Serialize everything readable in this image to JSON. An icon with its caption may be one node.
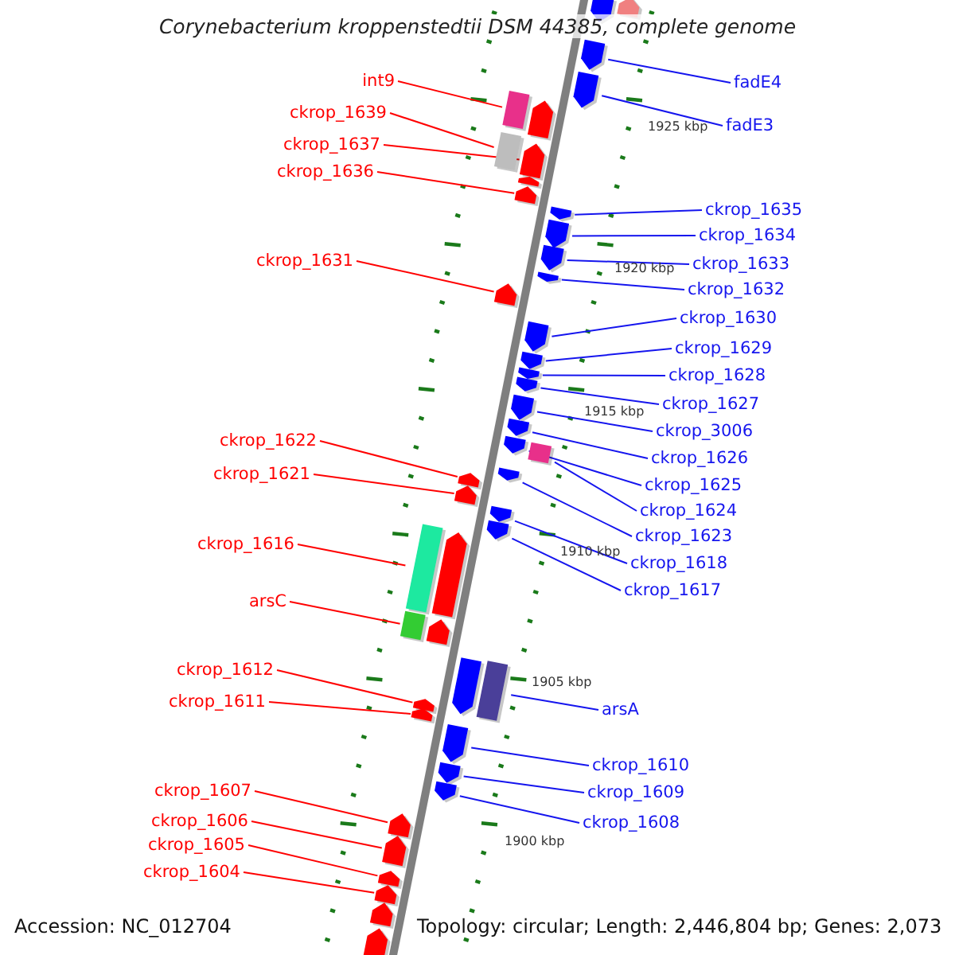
{
  "diagram": {
    "title": "Corynebacterium kroppenstedtii DSM 44385, complete genome",
    "nodes": [
      {
        "text": [
          "int9"
        ]
      },
      {
        "text": [
          "ckrop_1639"
        ]
      },
      {
        "text": [
          "ckrop_1637"
        ]
      },
      {
        "text": [
          "ckrop_1636"
        ]
      },
      {
        "text": [
          "ckrop_1631"
        ]
      },
      {
        "text": [
          "ckrop_1622"
        ]
      },
      {
        "text": [
          "ckrop_1621"
        ]
      },
      {
        "text": [
          "ckrop_1616"
        ]
      },
      {
        "text": [
          "arsC"
        ]
      },
      {
        "text": [
          "ckrop_1612"
        ]
      },
      {
        "text": [
          "ckrop_1611"
        ]
      },
      {
        "text": [
          "ckrop_1607"
        ]
      },
      {
        "text": [
          "ckrop_1606"
        ]
      },
      {
        "text": [
          "ckrop_1605"
        ]
      },
      {
        "text": [
          "ckrop_1604"
        ]
      },
      {
        "text": [
          "fadE4"
        ]
      },
      {
        "text": [
          "fadE3"
        ]
      },
      {
        "text": [
          "ckrop_1635"
        ]
      },
      {
        "text": [
          "ckrop_1634"
        ]
      },
      {
        "text": [
          "ckrop_1633"
        ]
      },
      {
        "text": [
          "ckrop_1632"
        ]
      },
      {
        "text": [
          "ckrop_1630"
        ]
      },
      {
        "text": [
          "ckrop_1629"
        ]
      },
      {
        "text": [
          "ckrop_1628"
        ]
      },
      {
        "text": [
          "ckrop_1627"
        ]
      },
      {
        "text": [
          "ckrop_3006"
        ]
      },
      {
        "text": [
          "ckrop_1626"
        ]
      },
      {
        "text": [
          "ckrop_1625"
        ]
      },
      {
        "text": [
          "ckrop_1624"
        ]
      },
      {
        "text": [
          "ckrop_1623"
        ]
      },
      {
        "text": [
          "ckrop_1618"
        ]
      },
      {
        "text": [
          "ckrop_1617"
        ]
      },
      {
        "text": [
          "arsA"
        ]
      },
      {
        "text": [
          "ckrop_1610"
        ]
      },
      {
        "text": [
          "ckrop_1609"
        ]
      },
      {
        "text": [
          "ckrop_1608"
        ]
      },
      {
        "text": [],
        "shape": "box"
      },
      {
        "text": [],
        "shape": "box"
      },
      {
        "text": [],
        "shape": "pentagon"
      },
      {
        "text": [],
        "shape": "pentagon"
      },
      {
        "text": [],
        "shape": "pentagon"
      },
      {
        "text": [],
        "shape": "pentagon"
      },
      {
        "text": [],
        "shape": "pentagon"
      },
      {
        "text": [],
        "shape": "box"
      },
      {
        "text": [],
        "shape": "box"
      },
      {
        "text": [],
        "shape": "pentagon"
      },
      {
        "text": [],
        "shape": "pentagon"
      },
      {
        "text": [],
        "shape": "pentagon"
      },
      {
        "text": [],
        "shape": "pentagon"
      },
      {
        "text": [],
        "shape": "pentagon"
      },
      {
        "text": [],
        "shape": "pentagon"
      },
      {
        "text": [],
        "shape": "pentagon"
      },
      {
        "text": [],
        "shape": "pentagon"
      },
      {
        "text": [],
        "shape": "pentagon"
      },
      {
        "text": [],
        "shape": "pentagon"
      },
      {
        "text": [],
        "shape": "pentagon"
      },
      {
        "text": [],
        "shape": "pentagon"
      },
      {
        "text": [],
        "shape": "pentagon"
      },
      {
        "text": [],
        "shape": "pentagon"
      },
      {
        "text": [],
        "shape": "pentagon"
      },
      {
        "text": [],
        "shape": "pentagon"
      },
      {
        "text": [],
        "shape": "pentagon"
      },
      {
        "text": [],
        "shape": "pentagon"
      },
      {
        "text": [],
        "shape": "pentagon"
      },
      {
        "text": [],
        "shape": "box"
      },
      {
        "text": [],
        "shape": "pentagon"
      },
      {
        "text": [],
        "shape": "pentagon"
      },
      {
        "text": [],
        "shape": "pentagon"
      },
      {
        "text": [],
        "shape": "box"
      },
      {
        "text": [],
        "shape": "pentagon"
      },
      {
        "text": [],
        "shape": "pentagon"
      },
      {
        "text": [],
        "shape": "pentagon"
      },
      {
        "text": [],
        "shape": "pentagon"
      },
      {
        "text": [],
        "shape": "pentagon"
      },
      {
        "text": [],
        "shape": "pentagon"
      },
      {
        "text": [],
        "shape": "pentagon"
      },
      {
        "text": [],
        "shape": "pentagon"
      },
      {
        "text": [],
        "shape": "pentagon"
      },
      {
        "text": [],
        "shape": "pentagon"
      },
      {
        "text": [],
        "shape": "pentagon"
      },
      {
        "text": [],
        "shape": "pentagon"
      }
    ],
    "edges": [
      {
        "from": 0,
        "to": 36,
        "arrow": "none",
        "color": "#ff0000"
      },
      {
        "from": 1,
        "to": 37,
        "arrow": "none",
        "color": "#ff0000"
      },
      {
        "from": 2,
        "to": 38,
        "arrow": "none",
        "color": "#ff0000"
      },
      {
        "from": 3,
        "to": 39,
        "arrow": "none",
        "color": "#ff0000"
      },
      {
        "from": 4,
        "to": 40,
        "arrow": "none",
        "color": "#ff0000"
      },
      {
        "from": 5,
        "to": 41,
        "arrow": "none",
        "color": "#ff0000"
      },
      {
        "from": 6,
        "to": 42,
        "arrow": "none",
        "color": "#ff0000"
      },
      {
        "from": 7,
        "to": 43,
        "arrow": "none",
        "color": "#ff0000"
      },
      {
        "from": 8,
        "to": 44,
        "arrow": "none",
        "color": "#ff0000"
      },
      {
        "from": 9,
        "to": 45,
        "arrow": "none",
        "color": "#ff0000"
      },
      {
        "from": 10,
        "to": 46,
        "arrow": "none",
        "color": "#ff0000"
      },
      {
        "from": 11,
        "to": 47,
        "arrow": "none",
        "color": "#ff0000"
      },
      {
        "from": 12,
        "to": 48,
        "arrow": "none",
        "color": "#ff0000"
      },
      {
        "from": 13,
        "to": 49,
        "arrow": "none",
        "color": "#ff0000"
      },
      {
        "from": 14,
        "to": 50,
        "arrow": "none",
        "color": "#ff0000"
      },
      {
        "from": 15,
        "to": 51,
        "arrow": "none"
      },
      {
        "from": 16,
        "to": 52,
        "arrow": "none"
      },
      {
        "from": 17,
        "to": 53,
        "arrow": "none"
      },
      {
        "from": 18,
        "to": 54,
        "arrow": "none"
      },
      {
        "from": 19,
        "to": 55,
        "arrow": "none"
      },
      {
        "from": 20,
        "to": 56,
        "arrow": "none"
      },
      {
        "from": 21,
        "to": 57,
        "arrow": "none"
      },
      {
        "from": 22,
        "to": 58,
        "arrow": "none"
      },
      {
        "from": 23,
        "to": 59,
        "arrow": "none"
      },
      {
        "from": 24,
        "to": 60,
        "arrow": "none"
      },
      {
        "from": 25,
        "to": 61,
        "arrow": "none"
      },
      {
        "from": 26,
        "to": 62,
        "arrow": "none"
      },
      {
        "from": 27,
        "to": 63,
        "arrow": "none"
      },
      {
        "from": 28,
        "to": 64,
        "arrow": "none"
      },
      {
        "from": 29,
        "to": 65,
        "arrow": "none"
      },
      {
        "from": 30,
        "to": 66,
        "arrow": "none"
      },
      {
        "from": 31,
        "to": 67,
        "arrow": "none"
      },
      {
        "from": 32,
        "to": 68,
        "arrow": "none"
      },
      {
        "from": 33,
        "to": 69,
        "arrow": "none"
      },
      {
        "from": 34,
        "to": 70,
        "arrow": "none"
      },
      {
        "from": 35,
        "to": 71,
        "arrow": "none"
      }
    ],
    "labels": [
      "1925 kbp",
      "1920 kbp",
      "1915 kbp",
      "1910 kbp",
      "1905 kbp",
      "1900 kbp",
      "Accession: NC_012704",
      "Topology: circular; Length: 2,446,804 bp; Genes: 2,073"
    ]
  }
}
